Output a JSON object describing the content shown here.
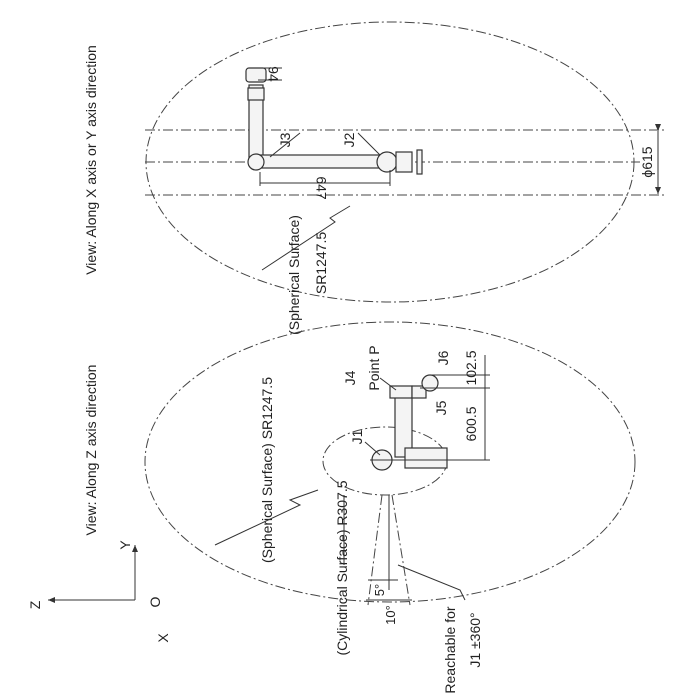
{
  "top_view": {
    "title": "View: Along X axis or Y axis direction",
    "spherical_label": "(Spherical Surface)",
    "spherical_radius": "SR1247.5",
    "diameter": "ϕ615",
    "link_length": "647",
    "offset": "94",
    "joint_j2": "J2",
    "joint_j3": "J3"
  },
  "bottom_view": {
    "title": "View: Along Z axis direction",
    "spherical_label": "(Spherical Surface)  SR1247.5",
    "cylindrical_label": "(Cylindrical Surface)  R307.5",
    "joint_j1": "J1",
    "joint_j4": "J4",
    "joint_j5": "J5",
    "joint_j6": "J6",
    "point_p": "Point P",
    "dim_600": "600.5",
    "dim_102": "102.5",
    "angle_5": "5°",
    "angle_10": "10°",
    "reach_line1": "Reachable for",
    "reach_line2": "J1 ±360°"
  },
  "axes": {
    "x": "X",
    "y": "Y",
    "z": "Z",
    "origin": "O"
  }
}
